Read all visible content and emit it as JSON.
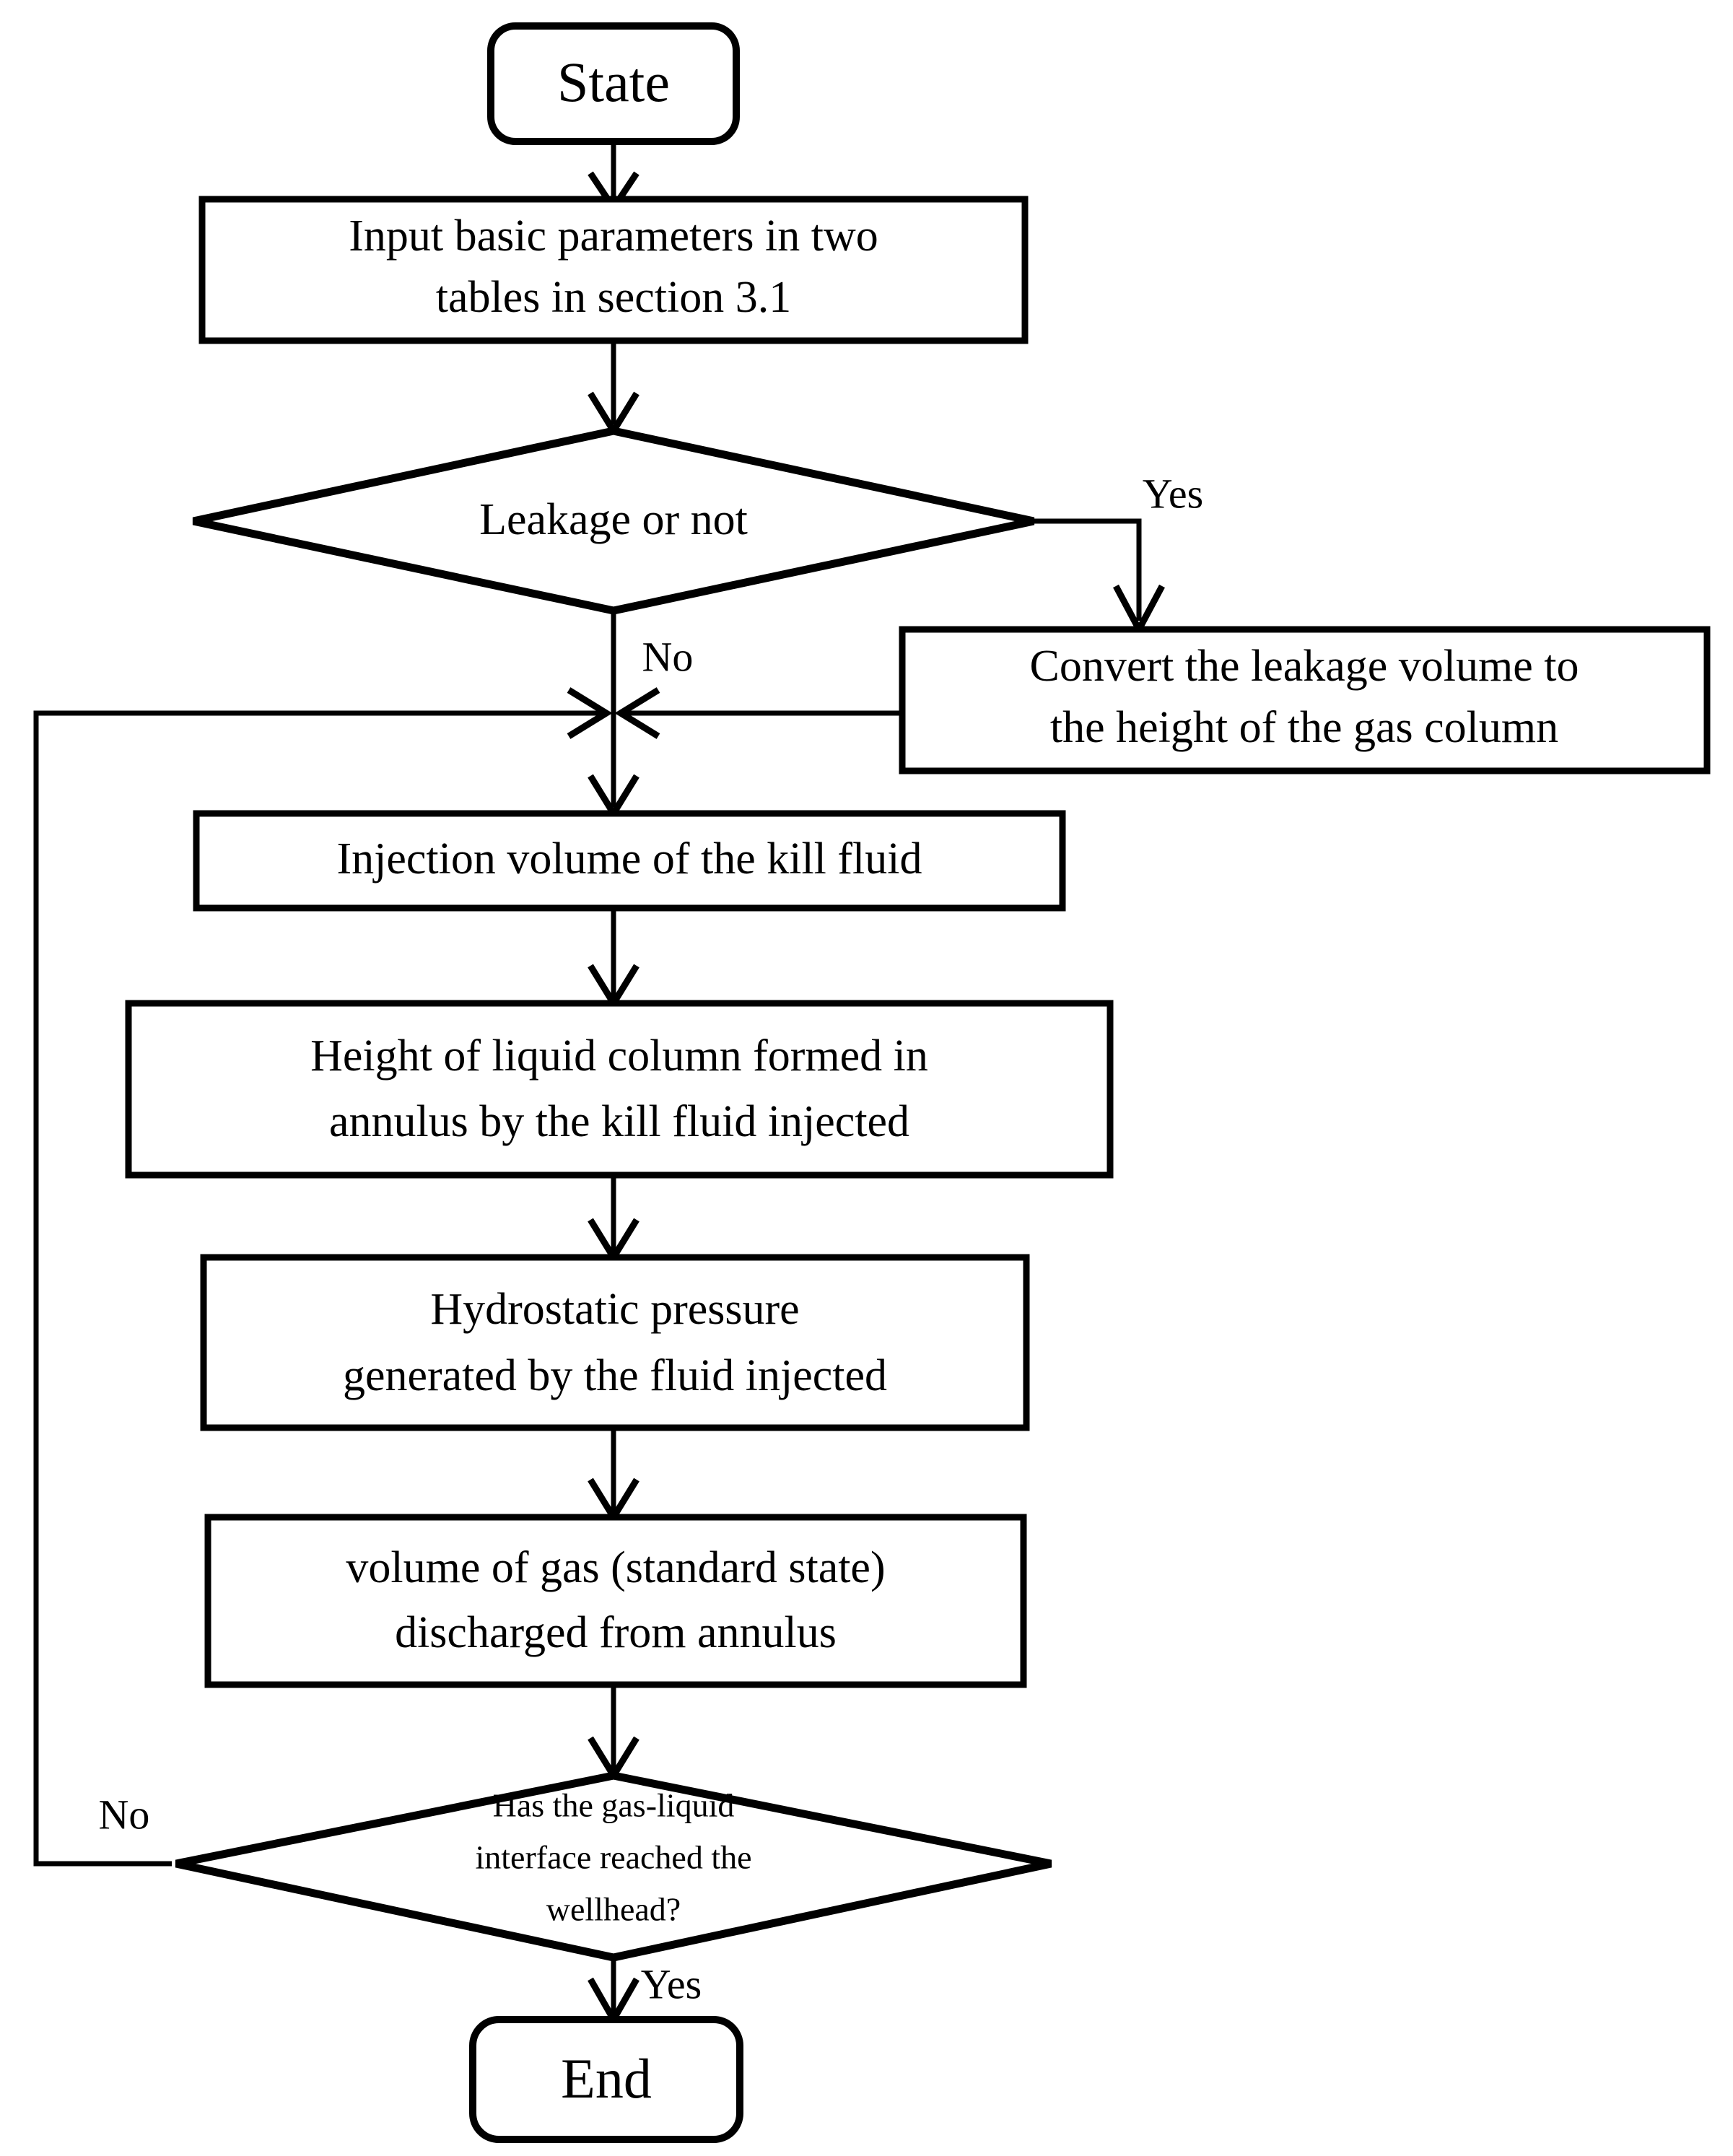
{
  "diagram": {
    "type": "flowchart",
    "title": "Well kill calculation flowchart",
    "orientation": "top-to-bottom",
    "background_color": "#ffffff",
    "line_color": "#000000",
    "text_color": "#000000"
  },
  "nodes": {
    "start": {
      "id": "start",
      "shape": "rounded-rectangle",
      "label": "State"
    },
    "input_parameters": {
      "id": "input_parameters",
      "shape": "rectangle",
      "line1": "Input basic parameters in two",
      "line2": "tables in section 3.1"
    },
    "leakage_decision": {
      "id": "leakage_decision",
      "shape": "diamond",
      "label": "Leakage or not"
    },
    "convert_leakage": {
      "id": "convert_leakage",
      "shape": "rectangle",
      "line1": "Convert the leakage volume to",
      "line2": "the height of the gas column"
    },
    "injection_volume": {
      "id": "injection_volume",
      "shape": "rectangle",
      "line1": "Injection volume of the kill fluid"
    },
    "liquid_column_height": {
      "id": "liquid_column_height",
      "shape": "rectangle",
      "line1": "Height of liquid column formed in",
      "line2": "annulus by the kill fluid injected"
    },
    "hydrostatic_pressure": {
      "id": "hydrostatic_pressure",
      "shape": "rectangle",
      "line1": "Hydrostatic pressure",
      "line2": "generated by the fluid injected"
    },
    "gas_volume_discharged": {
      "id": "gas_volume_discharged",
      "shape": "rectangle",
      "line1": "volume of gas (standard state)",
      "line2": "discharged from annulus"
    },
    "interface_decision": {
      "id": "interface_decision",
      "shape": "diamond",
      "line1": "Has the gas-liquid",
      "line2": "interface reached the",
      "line3": "wellhead?"
    },
    "end": {
      "id": "end",
      "shape": "rounded-rectangle",
      "label": "End"
    }
  },
  "edge_labels": {
    "leakage_yes": "Yes",
    "leakage_no": "No",
    "interface_no": "No",
    "interface_yes": "Yes"
  },
  "edges": [
    {
      "from": "start",
      "to": "input_parameters",
      "label": ""
    },
    {
      "from": "input_parameters",
      "to": "leakage_decision",
      "label": ""
    },
    {
      "from": "leakage_decision",
      "to": "convert_leakage",
      "label": "Yes"
    },
    {
      "from": "leakage_decision",
      "to": "injection_volume",
      "label": "No"
    },
    {
      "from": "convert_leakage",
      "to": "injection_volume",
      "label": ""
    },
    {
      "from": "injection_volume",
      "to": "liquid_column_height",
      "label": ""
    },
    {
      "from": "liquid_column_height",
      "to": "hydrostatic_pressure",
      "label": ""
    },
    {
      "from": "hydrostatic_pressure",
      "to": "gas_volume_discharged",
      "label": ""
    },
    {
      "from": "gas_volume_discharged",
      "to": "interface_decision",
      "label": ""
    },
    {
      "from": "interface_decision",
      "to": "injection_volume",
      "label": "No"
    },
    {
      "from": "interface_decision",
      "to": "end",
      "label": "Yes"
    }
  ]
}
